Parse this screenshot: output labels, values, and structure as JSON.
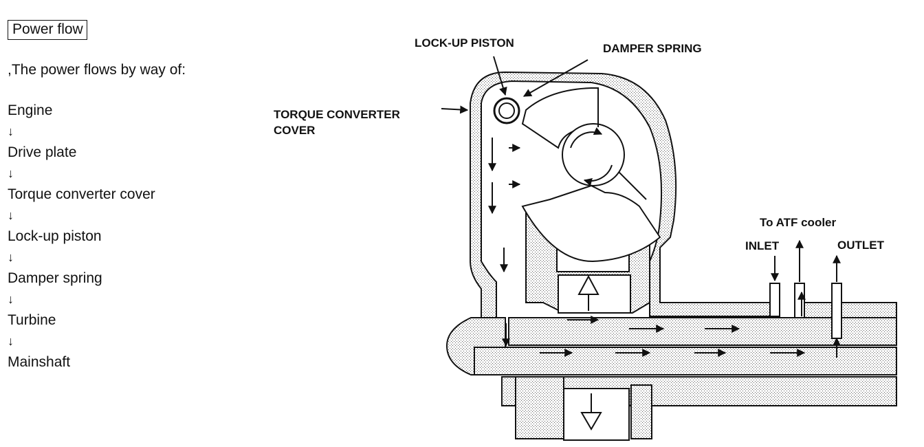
{
  "heading": "Power flow",
  "intro": ",The power flows by way of:",
  "flow": [
    "Engine",
    "Drive plate",
    "Torque converter cover",
    "Lock-up piston",
    "Damper spring",
    "Turbine",
    "Mainshaft"
  ],
  "arrow_glyph": "↓",
  "labels": {
    "lockup_piston": "LOCK-UP PISTON",
    "damper_spring": "DAMPER SPRING",
    "cover_line1": "TORQUE CONVERTER",
    "cover_line2": "COVER",
    "atf_cooler": "To ATF cooler",
    "inlet": "INLET",
    "outlet": "OUTLET"
  }
}
